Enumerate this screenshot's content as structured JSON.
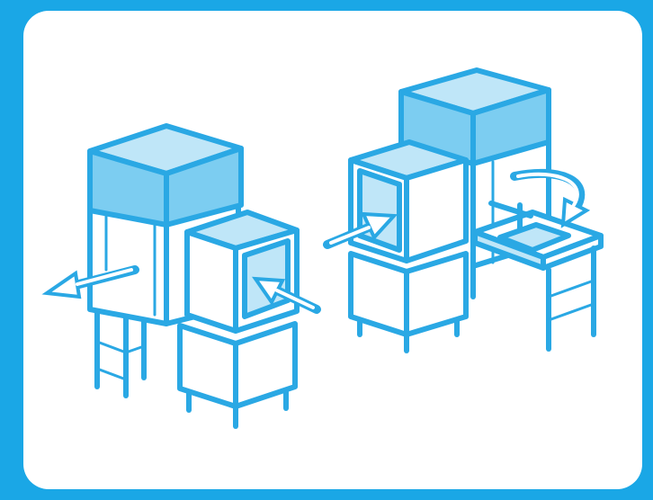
{
  "colors": {
    "frame": "#1aa7e6",
    "panel": "#ffffff",
    "line": "#2aa8e4",
    "hood_fill": "#7ccdf1",
    "light_fill": "#bfe6f8"
  },
  "icons": {
    "machine_left": "dishwasher-hood-with-left-outlet-table",
    "machine_right": "dishwasher-hood-with-right-sink-table",
    "arrows": [
      "flow-out-left-arrow",
      "flow-in-left-machine-arrow",
      "flow-in-right-machine-arrow",
      "flow-curved-to-sink-arrow"
    ]
  }
}
